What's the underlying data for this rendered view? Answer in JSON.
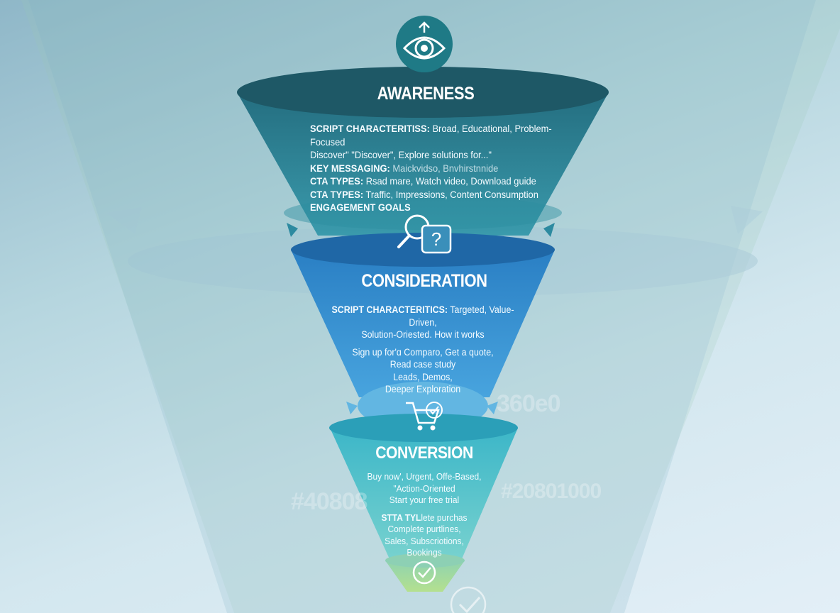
{
  "colors": {
    "awareness_top": "#1e5a68",
    "awareness_fill": "#2b8aa0",
    "consideration_top": "#1f66a8",
    "consideration_fill": "#3b93d6",
    "conversion_top": "#2aa4b8",
    "conversion_fill": "#5fcfd6",
    "tip_fill": "#a7dc9a"
  },
  "stages": {
    "awareness": {
      "title": "AWARENESS",
      "icon": "eye-icon",
      "line1_label": "SCRIPT CHARACTERITISS:",
      "line1_text": "Broad, Educational, Problem-Focused",
      "line2_text": "Discover\"   \"Discover\",  Explore solutions for...\"",
      "line3_label": "KEY MESSAGING:",
      "line3_text": "Maickvidso, Bnvhirstnnide",
      "line4_label": "CTA TYPES:",
      "line4_text": "Rsad mare, Watch video, Download guide",
      "line5_label": "CTA TYPES:",
      "line5_text": "Traffic, Impressions, Content Consumption",
      "line6_label": "ENGAGEMENT GOALS"
    },
    "consideration": {
      "title": "CONSIDERATION",
      "icon": "magnifier-question-icon",
      "line1_label": "SCRIPT CHARACTERITICS:",
      "line1_text": "Targeted, Value-Driven,",
      "line2_text": "Solution-Oriested.  How it works",
      "line3_text": "Sign up for'ɑ Comparo, Get a quote,",
      "line4_text": "Read case study",
      "line5_text": "Leads, Demos,",
      "line6_text": "Deeper Exploration"
    },
    "conversion": {
      "title": "CONVERSION",
      "icon": "cart-check-icon",
      "line1_text": "Buy now', Urgent, Offe-Based,",
      "line2_text": "\"Action-Oriented",
      "line3_text": "Start your free trial",
      "line4_label": "STTA TYL",
      "line4_text": "lete purchas",
      "line5_text": "Complete purtlines,",
      "line6_text": "Sales, Subscriotions,",
      "line7_text": "Bookings"
    },
    "tip": {
      "icon": "check-circle-icon"
    }
  },
  "watermarks": {
    "left": "#40808",
    "right": "#20801000",
    "mid": "360e0"
  }
}
